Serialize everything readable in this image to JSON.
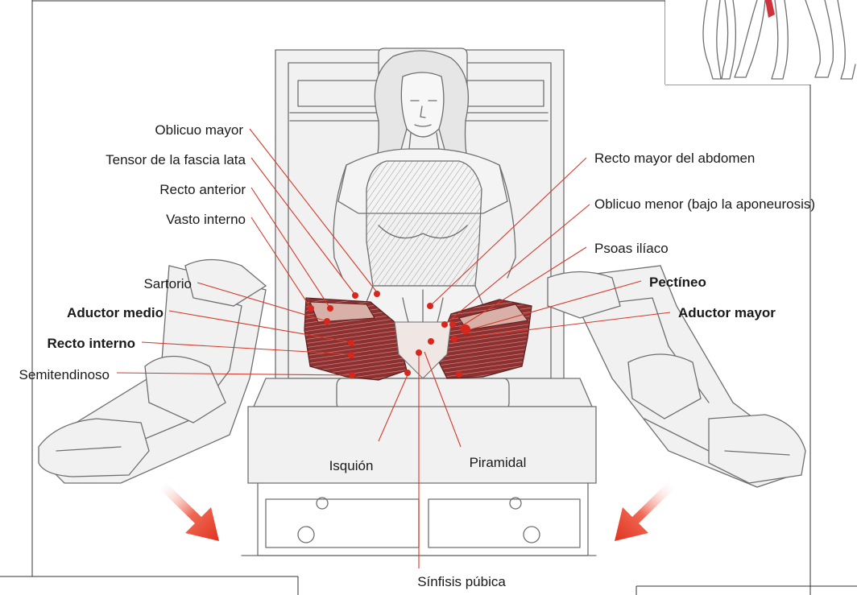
{
  "labels": {
    "oblicuo_mayor": "Oblicuo mayor",
    "tensor_fascia_lata": "Tensor de la fascia lata",
    "recto_anterior": "Recto anterior",
    "vasto_interno": "Vasto interno",
    "sartorio": "Sartorio",
    "aductor_medio": "Aductor medio",
    "recto_interno": "Recto interno",
    "semitendinoso": "Semitendinoso",
    "recto_mayor_abdomen": "Recto mayor del abdomen",
    "oblicuo_menor": "Oblicuo menor (bajo la aponeurosis)",
    "psoas_iliaco": "Psoas ilíaco",
    "pectineo": "Pectíneo",
    "aductor_mayor": "Aductor mayor",
    "isquion": "Isquión",
    "piramidal": "Piramidal",
    "sinfisis_pubica": "Sínfisis púbica"
  },
  "colors": {
    "leader": "#d43a2a",
    "dot": "#d8261c",
    "arrow": "#e0331f",
    "muscle": "#8a2a2a"
  },
  "icons": {
    "left_arrow": "arrow-down-left-icon",
    "right_arrow": "arrow-down-right-icon"
  }
}
